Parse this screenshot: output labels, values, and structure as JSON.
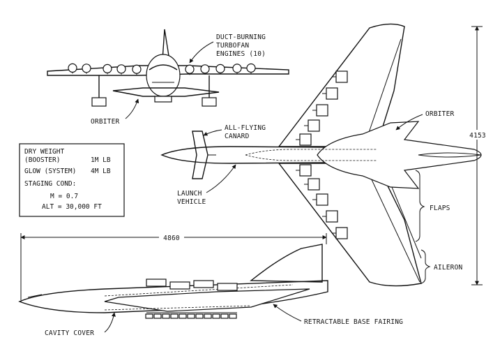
{
  "labels": {
    "duct_engines": [
      "DUCT-BURNING",
      "TURBOFAN",
      "ENGINES (10)"
    ],
    "orbiter_front": "ORBITER",
    "orbiter_plan": "ORBITER",
    "canard": [
      "ALL-FLYING",
      "CANARD"
    ],
    "launch_vehicle": [
      "LAUNCH",
      "VEHICLE"
    ],
    "flaps": "FLAPS",
    "aileron": "AILERON",
    "span": "4153",
    "length": "4860",
    "cavity_cover": "CAVITY COVER",
    "base_fairing": "RETRACTABLE BASE FAIRING"
  },
  "specs": {
    "dry_weight_label": "DRY WEIGHT",
    "dry_weight_sub": "(BOOSTER)",
    "dry_weight_value": "1M LB",
    "glow_label": "GLOW (SYSTEM)",
    "glow_value": "4M LB",
    "staging_label": "STAGING COND:",
    "mach": "M = 0.7",
    "alt": "ALT = 30,000 FT"
  }
}
